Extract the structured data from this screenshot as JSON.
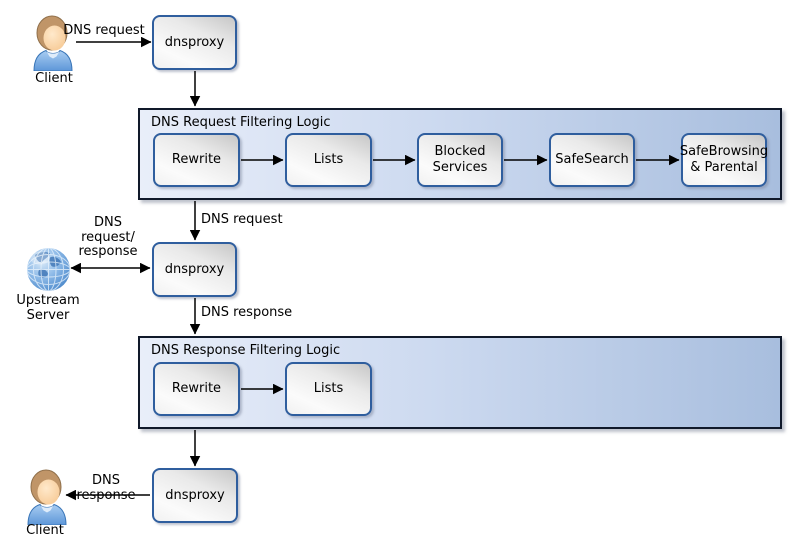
{
  "actors": {
    "client_top": {
      "label": "Client",
      "icon": "person-icon"
    },
    "upstream_server": {
      "label": "Upstream\nServer",
      "icon": "globe-icon"
    },
    "client_bottom": {
      "label": "Client",
      "icon": "person-icon"
    }
  },
  "proxies": {
    "proxy1": {
      "label": "dnsproxy"
    },
    "proxy2": {
      "label": "dnsproxy"
    },
    "proxy3": {
      "label": "dnsproxy"
    }
  },
  "containers": [
    {
      "title": "DNS Request Filtering Logic",
      "boxes": [
        {
          "label": "Rewrite"
        },
        {
          "label": "Lists"
        },
        {
          "label": "Blocked\nServices"
        },
        {
          "label": "SafeSearch"
        },
        {
          "label": "SafeBrowsing\n& Parental"
        }
      ]
    },
    {
      "title": "DNS Response Filtering Logic",
      "boxes": [
        {
          "label": "Rewrite"
        },
        {
          "label": "Lists"
        }
      ]
    }
  ],
  "edge_labels": {
    "client_to_proxy1": "DNS request",
    "filter1_to_proxy2": "DNS request",
    "upstream_link": "DNS\nrequest/\nresponse",
    "proxy2_to_filter2": "DNS response",
    "proxy3_to_client": "DNS response"
  },
  "colors": {
    "node_border": "#2f5e9e",
    "node_fill_top": "#c7c7c7",
    "node_fill_bottom": "#fbfbfb",
    "container_border": "#10192a",
    "container_gradient_left": "#e9eef9",
    "container_gradient_right": "#a8bede",
    "arrow": "#000000",
    "text": "#000000"
  }
}
